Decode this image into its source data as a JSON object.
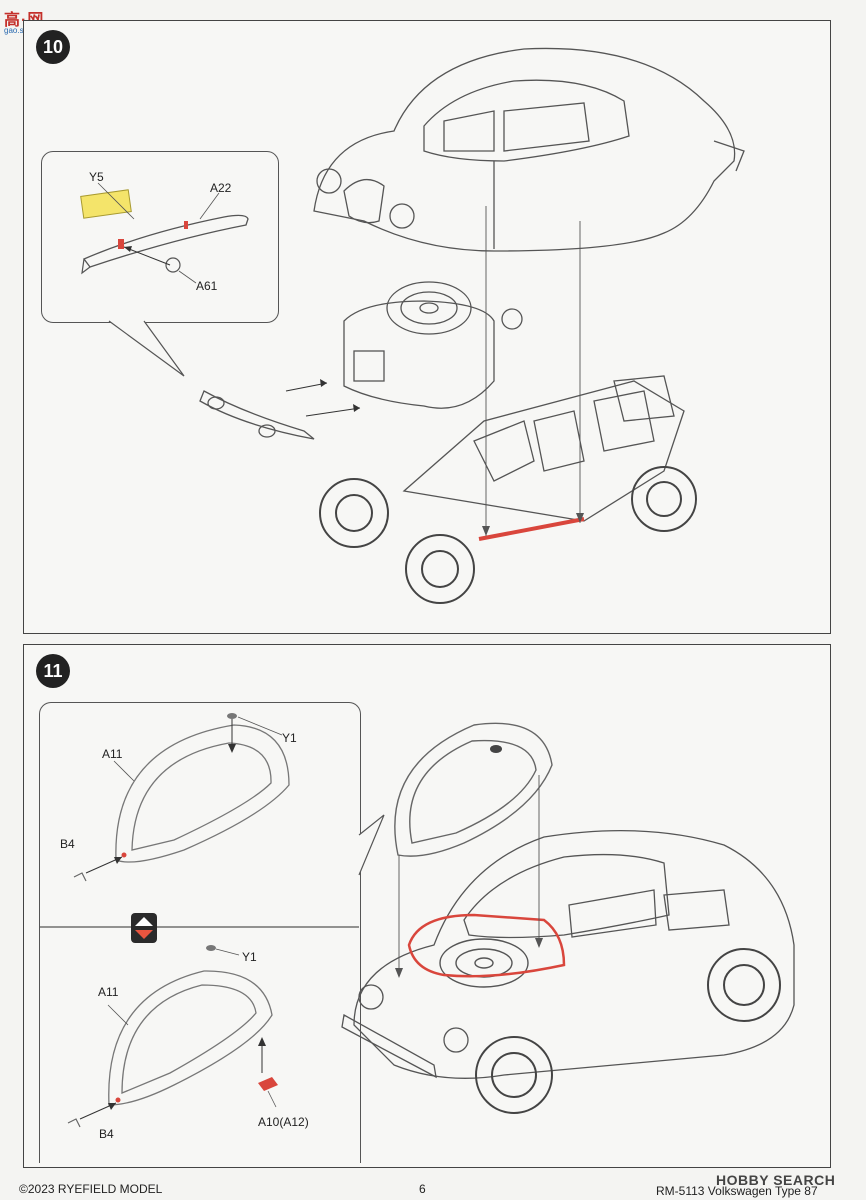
{
  "watermark": {
    "text": "高·网",
    "sub": "gao.shop.com"
  },
  "step10": {
    "number": "10",
    "labels": {
      "y5": "Y5",
      "a22": "A22",
      "a61": "A61"
    }
  },
  "step11": {
    "number": "11",
    "top_labels": {
      "a11": "A11",
      "y1": "Y1",
      "b4": "B4"
    },
    "bottom_labels": {
      "a11": "A11",
      "y1": "Y1",
      "b4": "B4",
      "a10": "A10(A12)"
    }
  },
  "footer": {
    "copyright": "©2023 RYEFIELD MODEL",
    "page_number": "6",
    "kit_title": "RM-5113 Volkswagen Type 87",
    "logo_text": "HOBBY SEARCH"
  },
  "colors": {
    "highlight_yellow": "#f4e46a",
    "highlight_red": "#d9463c",
    "line": "#555555"
  }
}
